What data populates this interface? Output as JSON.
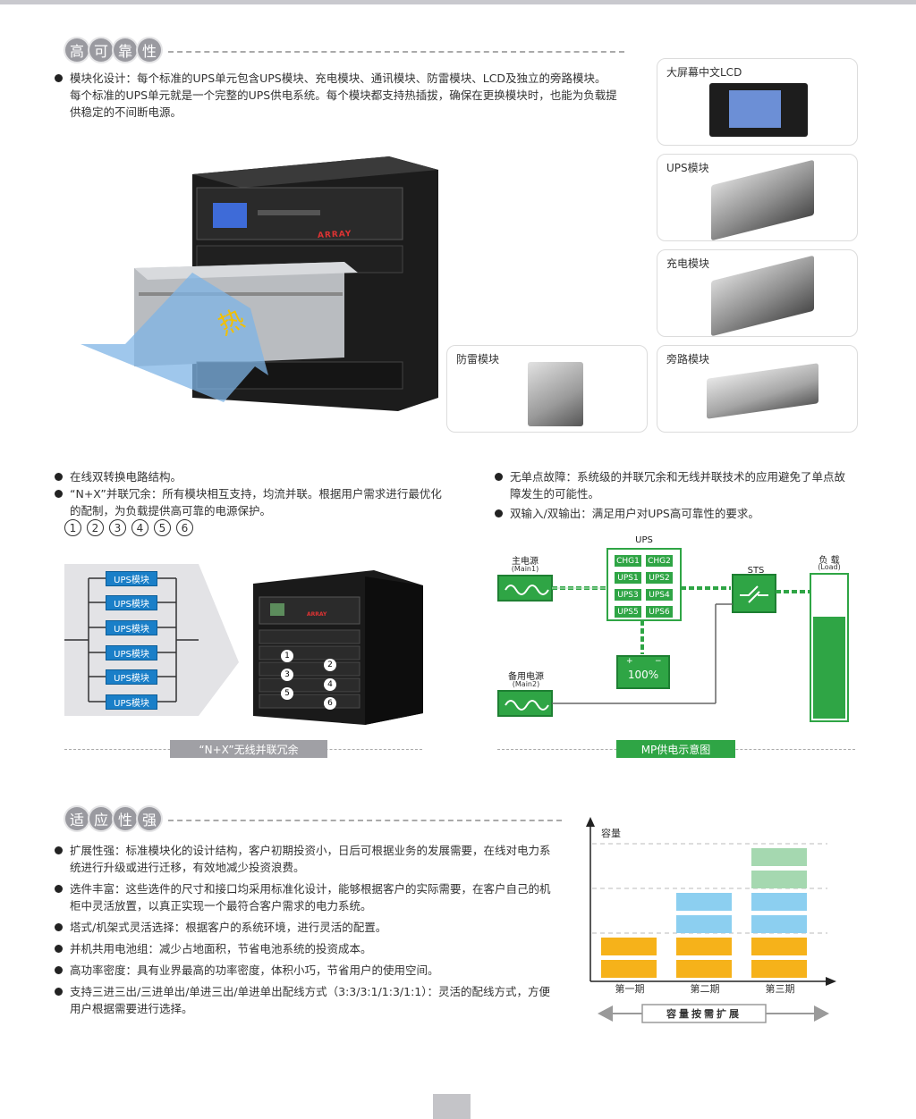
{
  "section1": {
    "title_chars": [
      "高",
      "可",
      "靠",
      "性"
    ],
    "intro": "模块化设计：每个标准的UPS单元包含UPS模块、充电模块、通讯模块、防雷模块、LCD及独立的旁路模块。每个标准的UPS单元就是一个完整的UPS供电系统。每个模块都支持热插拔，确保在更换模块时，也能为负载提供稳定的不间断电源。",
    "hero_brand": "ARRAY",
    "module_cards": [
      {
        "label": "大屏幕中文LCD"
      },
      {
        "label": "UPS模块"
      },
      {
        "label": "充电模块"
      },
      {
        "label": "防雷模块"
      },
      {
        "label": "旁路模块"
      }
    ],
    "bullets_left": [
      "在线双转换电路结构。",
      "“N+X”并联冗余：所有模块相互支持，均流并联。根据用户需求进行最优化的配制，为负载提供高可靠的电源保护。"
    ],
    "bullets_right": [
      "无单点故障：系统级的并联冗余和无线并联技术的应用避免了单点故障发生的可能性。",
      "双输入/双输出：满足用户对UPS高可靠性的要求。"
    ],
    "numbers": [
      "1",
      "2",
      "3",
      "4",
      "5",
      "6"
    ],
    "redundancy": {
      "modules": [
        "UPS模块",
        "UPS模块",
        "UPS模块",
        "UPS模块",
        "UPS模块",
        "UPS模块"
      ],
      "caption": "“N+X”无线并联冗余",
      "cabinet_brand": "ARRAY",
      "slot_numbers": [
        "1",
        "2",
        "3",
        "4",
        "5",
        "6"
      ]
    },
    "mp_diagram": {
      "ups_title": "UPS",
      "main_label": "主电源",
      "main_sub": "(Main1)",
      "backup_label": "备用电源",
      "backup_sub": "(Main2)",
      "sts_label": "STS",
      "load_label": "负 载",
      "load_sub": "(Load)",
      "cells": [
        "CHG1",
        "CHG2",
        "UPS1",
        "UPS2",
        "UPS3",
        "UPS4",
        "UPS5",
        "UPS6"
      ],
      "battery_plus": "+",
      "battery_minus": "−",
      "battery_text": "100%",
      "load_level": 0.72,
      "caption": "MP供电示意图"
    }
  },
  "section2": {
    "title_chars": [
      "适",
      "应",
      "性",
      "强"
    ],
    "bullets": [
      "扩展性强：标准模块化的设计结构，客户初期投资小，日后可根据业务的发展需要，在线对电力系统进行升级或进行迁移，有效地减少投资浪费。",
      "选件丰富：这些选件的尺寸和接口均采用标准化设计，能够根据客户的实际需要，在客户自己的机柜中灵活放置，以真正实现一个最符合客户需求的电力系统。",
      "塔式/机架式灵活选择：根据客户的系统环境，进行灵活的配置。",
      "并机共用电池组：减少占地面积，节省电池系统的投资成本。",
      "高功率密度：具有业界最高的功率密度，体积小巧，节省用户的使用空间。",
      "支持三进三出/三进单出/单进三出/单进单出配线方式（3:3/3:1/1:3/1:1）：灵活的配线方式，方便用户根据需要进行选择。"
    ]
  },
  "chart_data": {
    "type": "bar",
    "ylabel": "容量",
    "categories": [
      "第一期",
      "第二期",
      "第三期"
    ],
    "stack_counts": [
      2,
      4,
      6
    ],
    "stack_colors": [
      "#f6b21a",
      "#f6b21a",
      "#8ccff0",
      "#8ccff0",
      "#a5d8b0",
      "#a5d8b0"
    ],
    "ylim": [
      0,
      7
    ],
    "grid": true,
    "footer": "容量按需扩展"
  }
}
